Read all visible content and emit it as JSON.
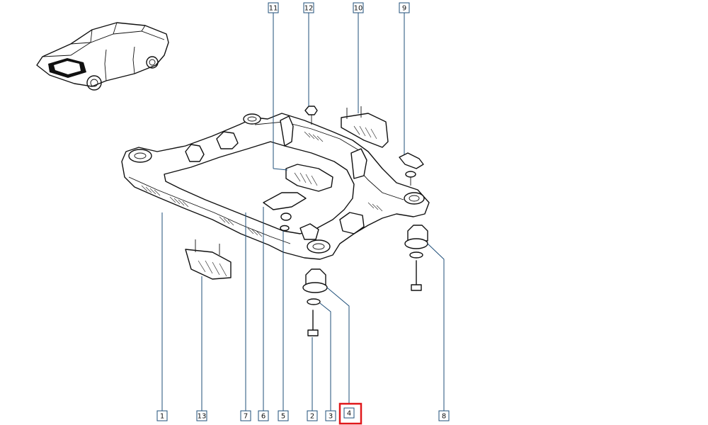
{
  "callouts": {
    "c1": "1",
    "c2": "2",
    "c3": "3",
    "c4": "4",
    "c5": "5",
    "c6": "6",
    "c7": "7",
    "c8": "8",
    "c9": "9",
    "c10": "10",
    "c11": "11",
    "c12": "12",
    "c13": "13"
  },
  "highlight": {
    "callout": "4",
    "color": "#e0181b"
  },
  "colors": {
    "callout_border": "#1f4f7a",
    "ink": "#111111"
  }
}
